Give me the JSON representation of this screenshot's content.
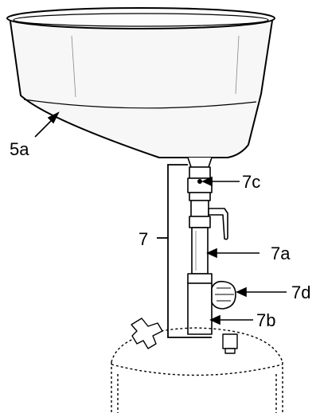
{
  "labels": {
    "hopper": "5a",
    "assembly": "7",
    "valve": "7c",
    "tube": "7a",
    "knob": "7d",
    "base_fitting": "7b"
  },
  "colors": {
    "line": "#000000",
    "background": "#ffffff",
    "hopper_shade": "#f2f2f2"
  }
}
